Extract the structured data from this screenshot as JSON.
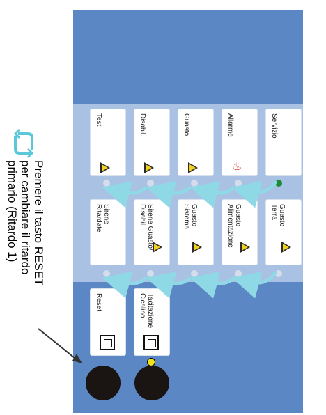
{
  "panel": {
    "top_row": [
      {
        "label": "Test",
        "icon": "warning-triangle"
      },
      {
        "label": "Disabil.",
        "icon": "warning-triangle"
      },
      {
        "label": "Guasto",
        "icon": "warning-triangle"
      },
      {
        "label": "Allarme",
        "icon": "fire"
      },
      {
        "label": "Servizio",
        "icon": "led-green"
      }
    ],
    "middle_row": [
      {
        "label": "Sirene\nRitardate",
        "icon": "none"
      },
      {
        "label": "Sirene Guasto/\nDisabil.",
        "icon": "warning-triangle"
      },
      {
        "label": "Guasto\nSistema",
        "icon": "warning-triangle"
      },
      {
        "label": "Guasto\nAlimentazione",
        "icon": "warning-triangle"
      },
      {
        "label": "Guasto\nTerra",
        "icon": "warning-triangle"
      }
    ],
    "bottom_row": [
      {
        "label": "Reset",
        "icon": "reset-square"
      },
      {
        "label": "Tacitazione\nCicalino",
        "icon": "buzzer-square"
      }
    ]
  },
  "callout": {
    "text": "Premere il tasto RESET\nper cambiare il ritardo\nprimario (Ritardo 1)"
  },
  "colors": {
    "panel_blue": "#5b87c5",
    "band_light": "#a9c1e2",
    "arrow_cyan": "#8fd8e6",
    "reset_glyph": "#5ac8d8"
  }
}
